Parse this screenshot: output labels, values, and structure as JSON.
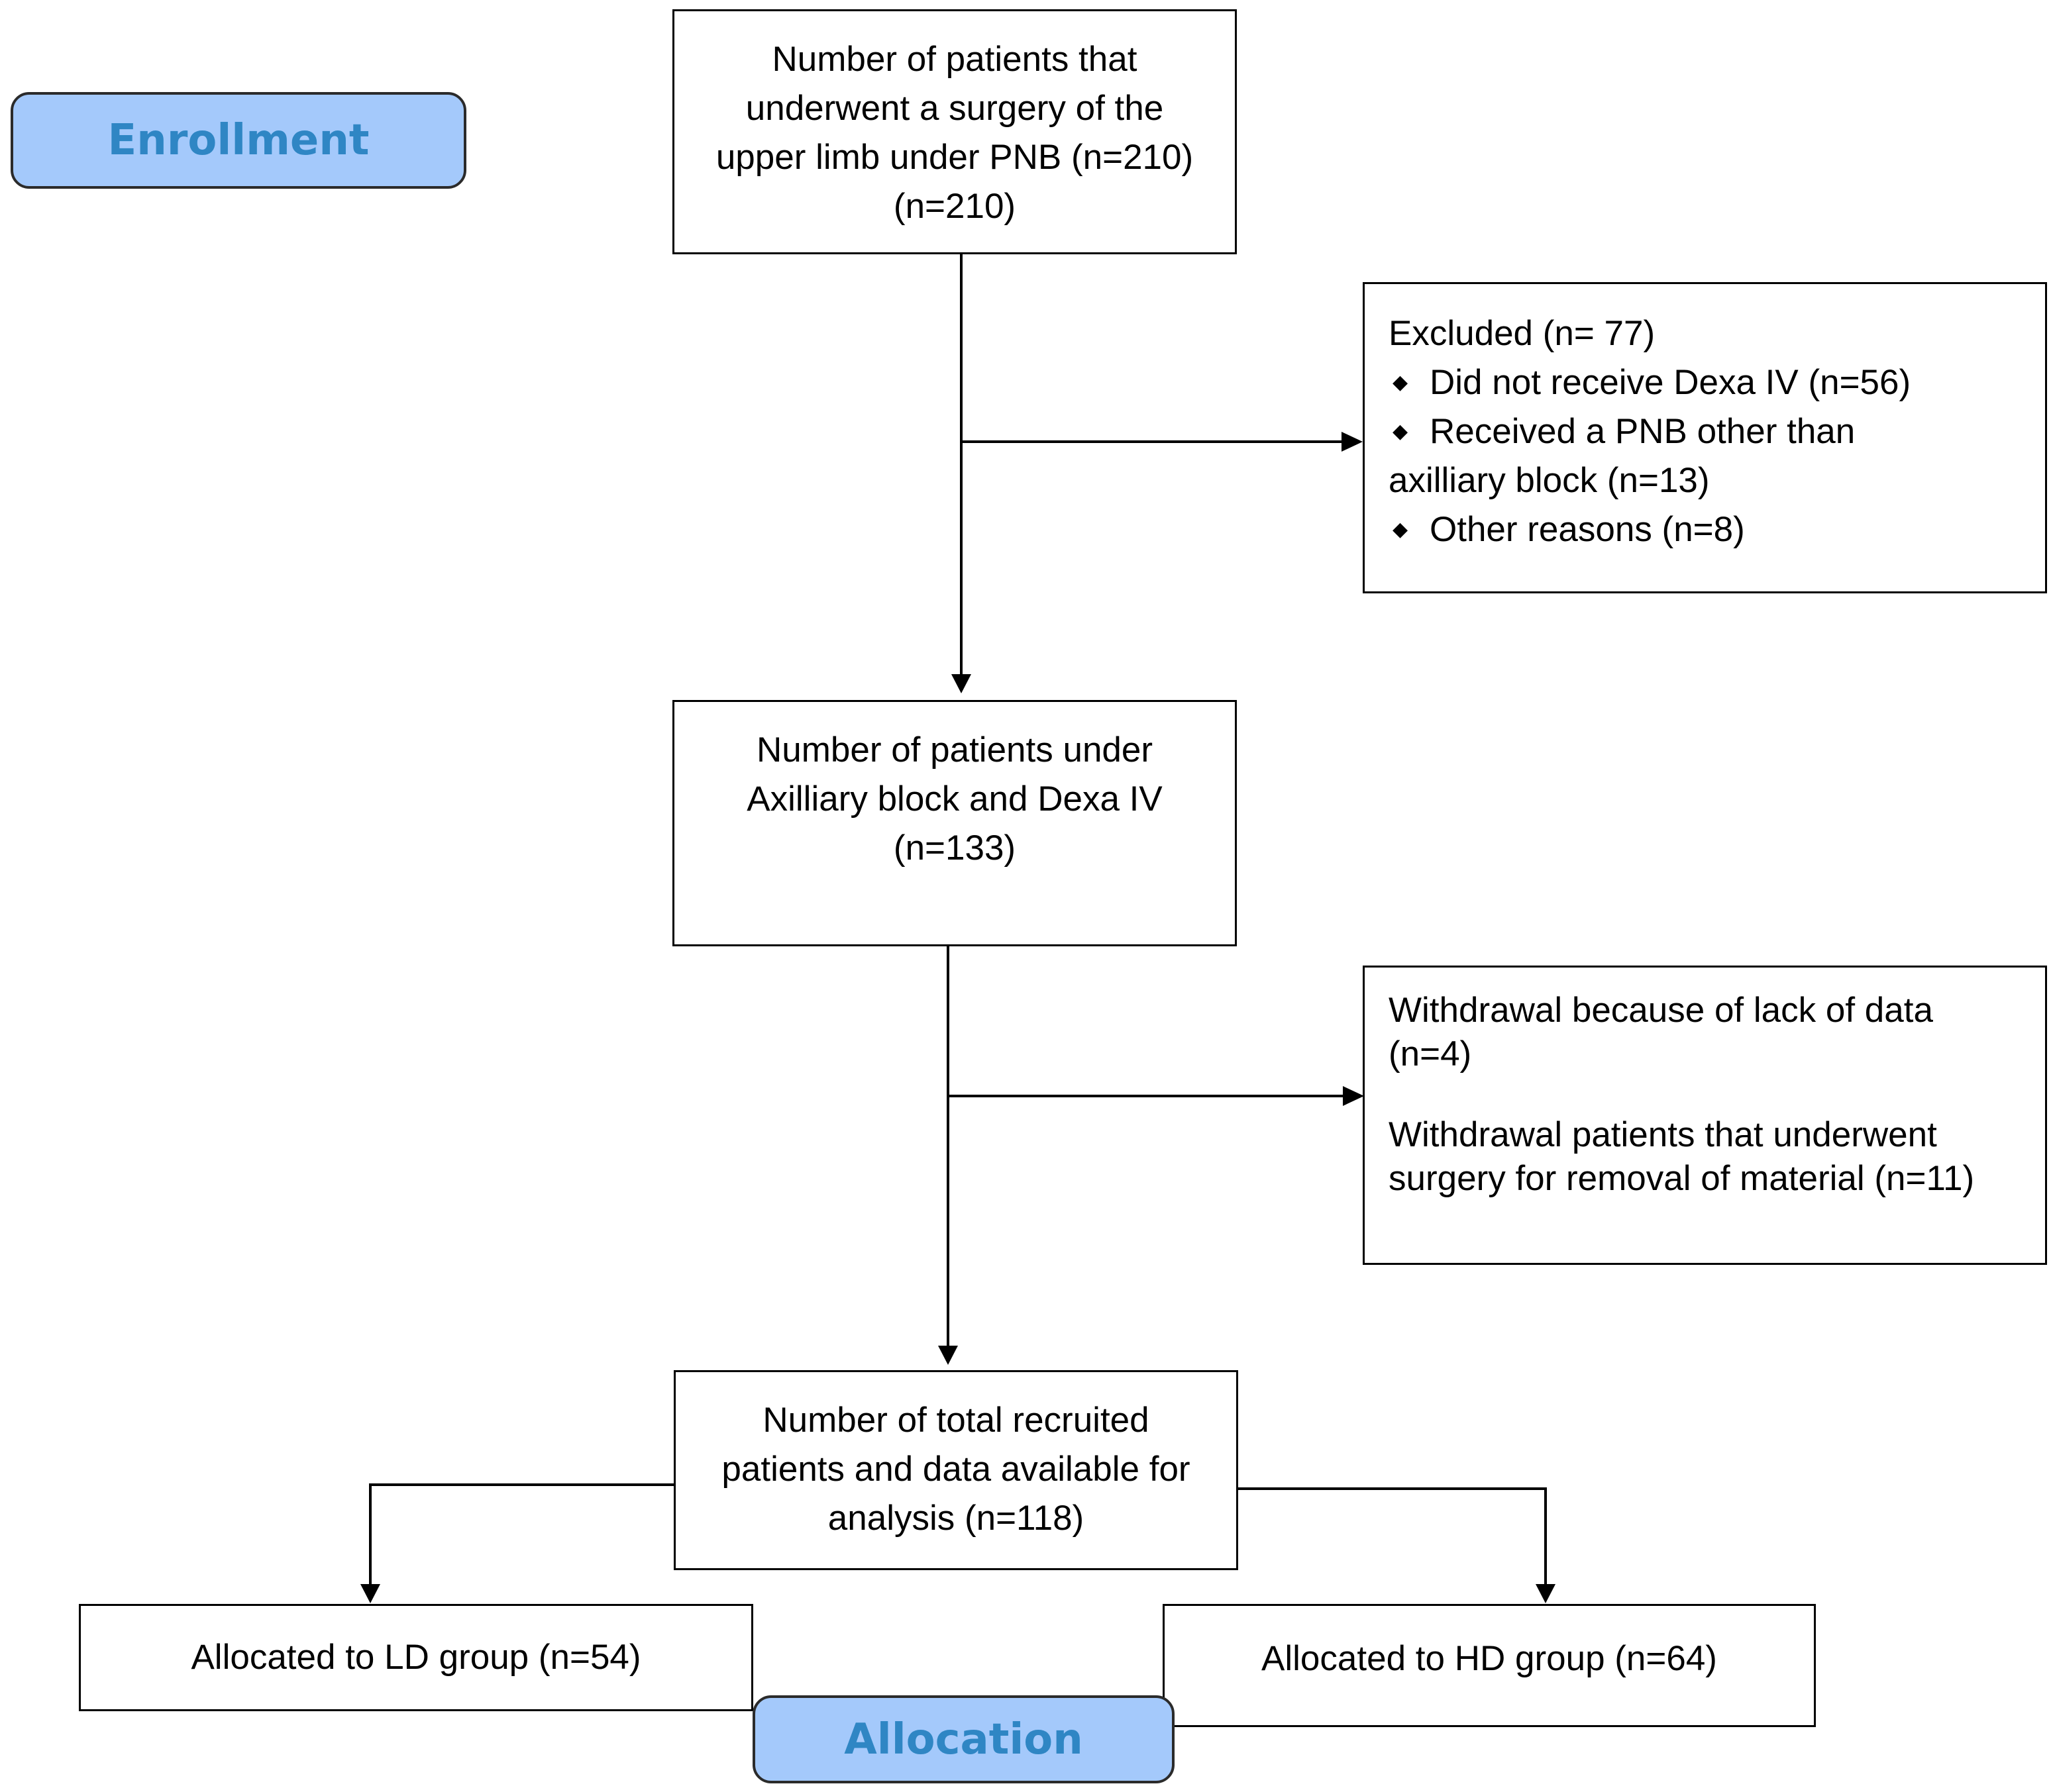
{
  "stage_labels": {
    "enrollment": "Enrollment",
    "allocation": "Allocation"
  },
  "boxes": {
    "initial": {
      "lines": [
        "Number of patients that",
        "underwent a surgery of the",
        "upper limb under PNB (n=210)",
        "(n=210)"
      ]
    },
    "excluded": {
      "heading": "Excluded (n= 77)",
      "bullet_1": "Did not receive Dexa IV (n=56)",
      "bullet_2": "Received a PNB other than",
      "bullet_2_cont": "axilliary block (n=13)",
      "bullet_3": "Other reasons (n=8)"
    },
    "axillary": {
      "lines": [
        "Number of patients under",
        "Axilliary block and Dexa IV",
        "(n=133)"
      ]
    },
    "withdrawal": {
      "lines_1": [
        "Withdrawal because of lack of data",
        "(n=4)"
      ],
      "lines_2": [
        "Withdrawal patients that underwent",
        "surgery for removal of material (n=11)"
      ]
    },
    "recruited": {
      "lines": [
        "Number of total recruited",
        "patients and data available for",
        "analysis (n=118)"
      ]
    },
    "ld_group": "Allocated to LD group (n=54)",
    "hd_group": "Allocated to HD group (n=64)"
  },
  "bullet_symbol": "◆",
  "colors": {
    "stage_label_fill": "#a4c9fb",
    "stage_label_text": "#2f86c4",
    "line": "#000000"
  }
}
